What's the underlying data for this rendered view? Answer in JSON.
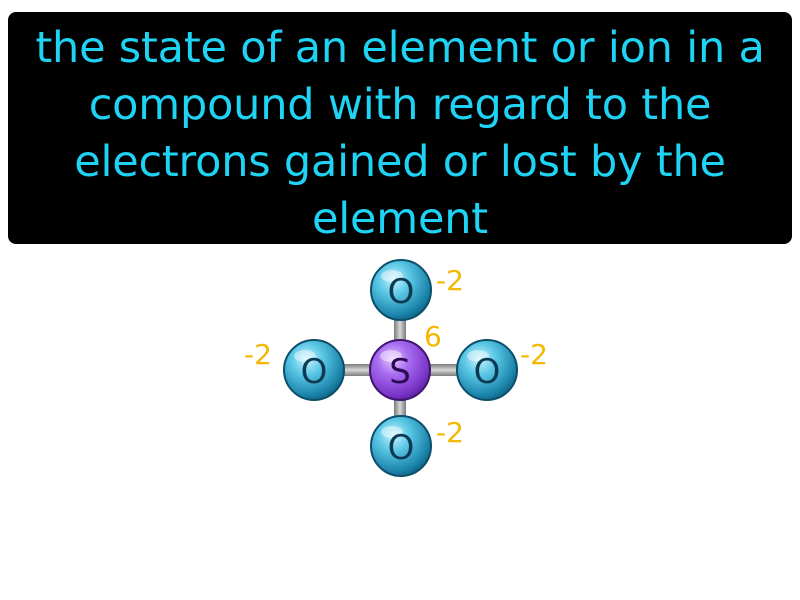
{
  "definition": {
    "text": "the state of an element or ion in a compound with regard to the electrons gained or lost by the element"
  },
  "molecule": {
    "central_atom": {
      "symbol": "S",
      "oxidation_number": "6"
    },
    "outer_atoms": [
      {
        "symbol": "O",
        "oxidation_number": "-2"
      },
      {
        "symbol": "O",
        "oxidation_number": "-2"
      },
      {
        "symbol": "O",
        "oxidation_number": "-2"
      },
      {
        "symbol": "O",
        "oxidation_number": "-2"
      }
    ]
  },
  "colors": {
    "definition_background": "#000000",
    "definition_text": "#1fd3f5",
    "oxygen_atom": "#2a9cc0",
    "sulfur_atom": "#8a3fd6",
    "bond": "#9a9a9a",
    "oxidation_label": "#f5b800"
  }
}
